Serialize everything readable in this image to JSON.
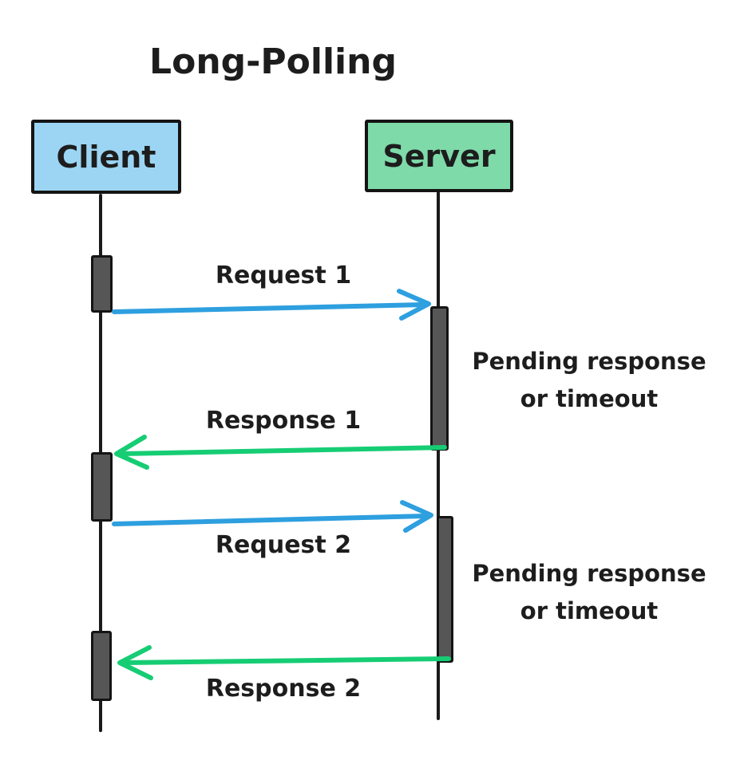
{
  "title": "Long-Polling",
  "actors": [
    {
      "name": "Client",
      "fill": "#9bd5f3"
    },
    {
      "name": "Server",
      "fill": "#7edaa9"
    }
  ],
  "messages": [
    {
      "label": "Request 1",
      "from": "Client",
      "to": "Server",
      "color": "#2e9fdf"
    },
    {
      "label": "Response 1",
      "from": "Server",
      "to": "Client",
      "color": "#16cd74"
    },
    {
      "label": "Request 2",
      "from": "Client",
      "to": "Server",
      "color": "#2e9fdf"
    },
    {
      "label": "Response 2",
      "from": "Server",
      "to": "Client",
      "color": "#16cd74"
    }
  ],
  "notes": [
    {
      "line1": "Pending response",
      "line2": "or timeout"
    },
    {
      "line1": "Pending response",
      "line2": "or timeout"
    }
  ],
  "colors": {
    "background": "#ffffff",
    "text": "#1d1d1d",
    "activation_fill": "#565656",
    "outline": "#141414",
    "request_arrow": "#2e9fdf",
    "response_arrow": "#16cd74"
  }
}
